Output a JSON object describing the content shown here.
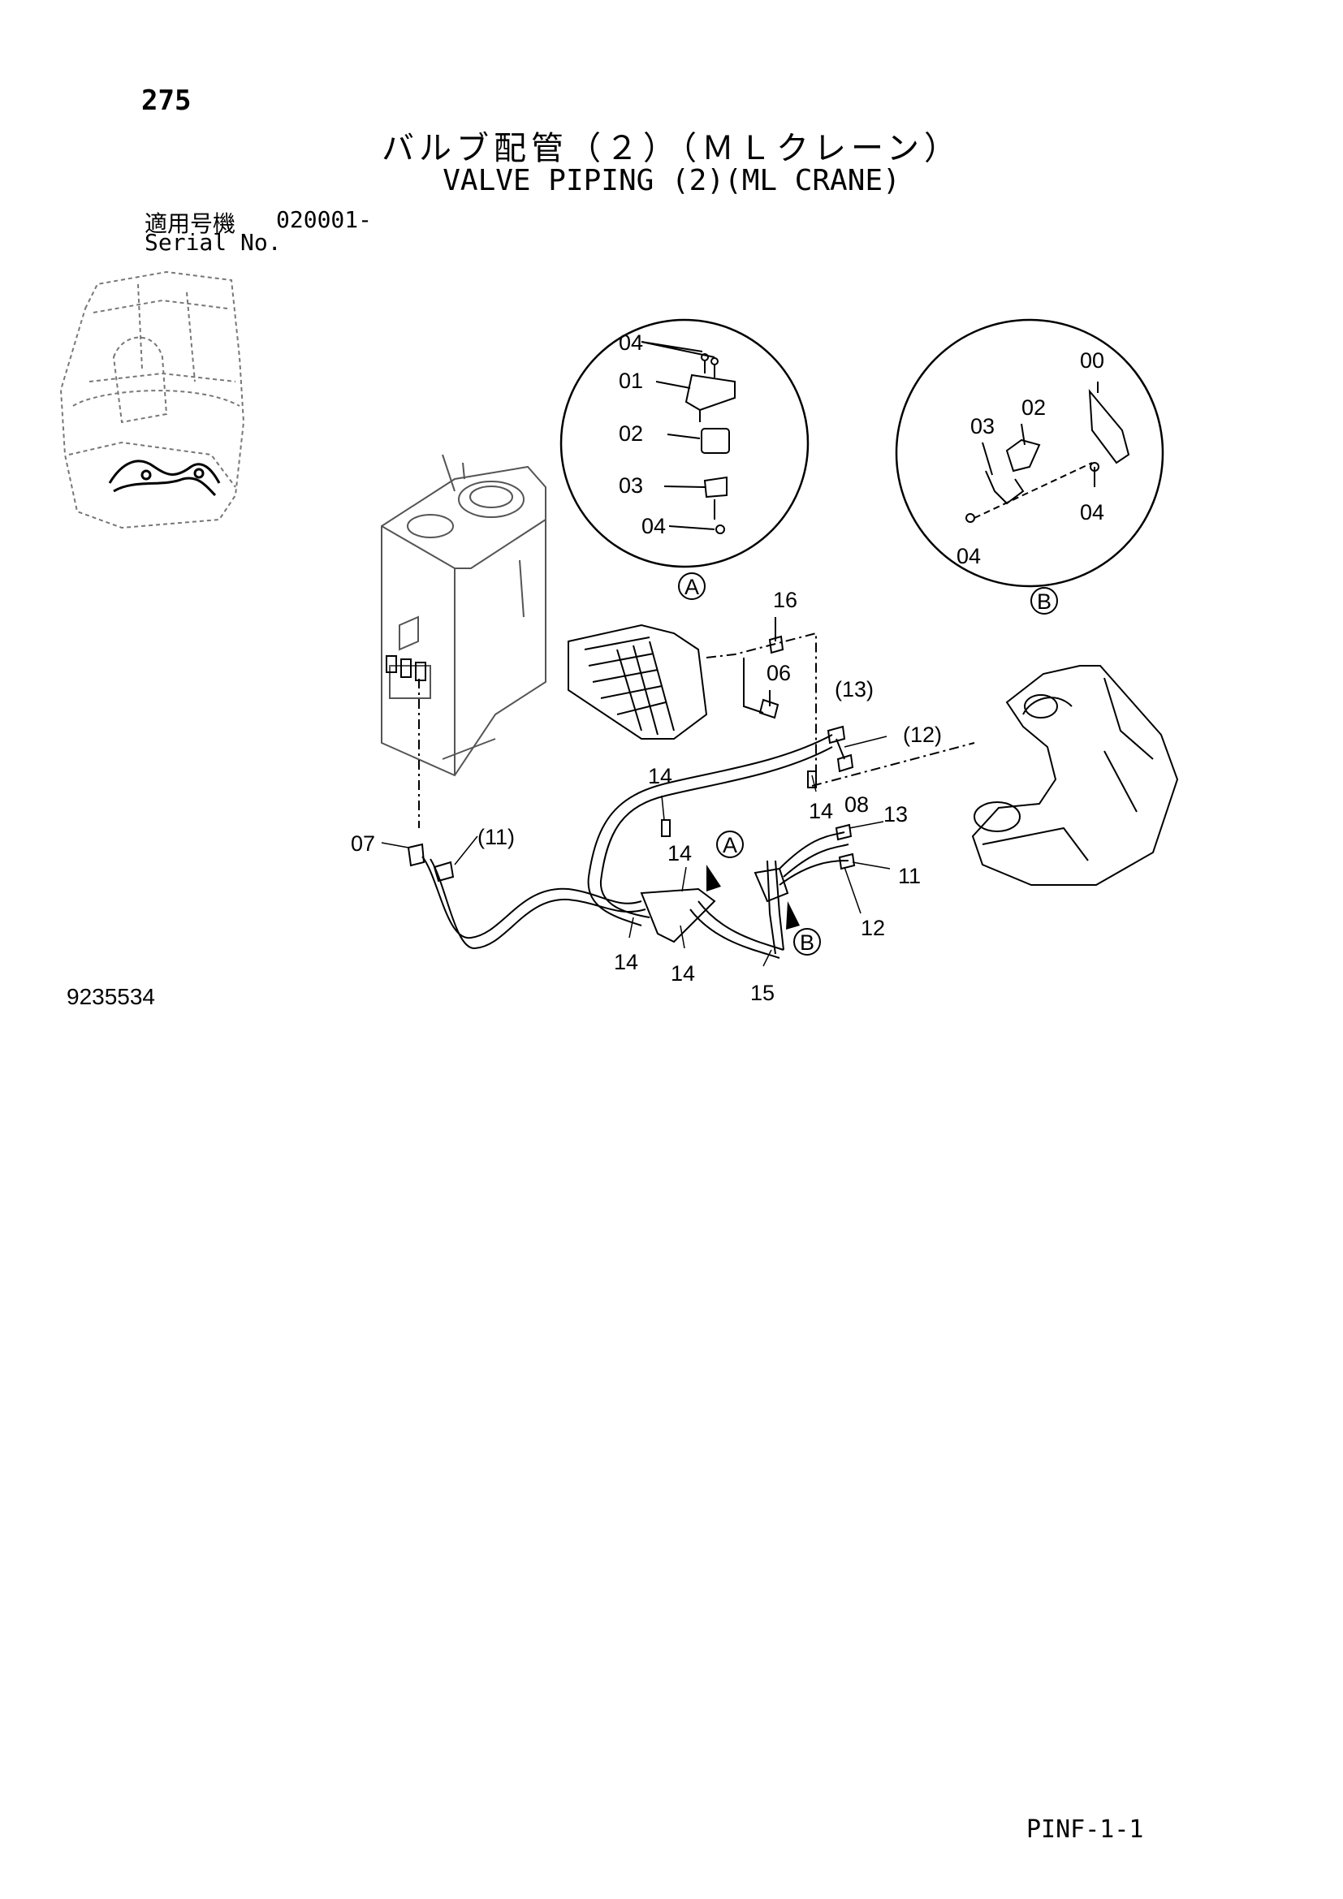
{
  "header": {
    "page_number": "275",
    "title_ja": "バルブ配管（２）（ＭＬクレーン）",
    "title_en": "VALVE PIPING (2)(ML CRANE)",
    "serial_label_ja": "適用号機",
    "serial_value": "020001-",
    "serial_label_en": "Serial No."
  },
  "detail_a": {
    "marker": "A",
    "labels": {
      "p04_top": "04",
      "p01": "01",
      "p02": "02",
      "p03": "03",
      "p04_bottom": "04"
    }
  },
  "detail_b": {
    "marker": "B",
    "labels": {
      "p00": "00",
      "p02": "02",
      "p03": "03",
      "p04_right": "04",
      "p04_left": "04"
    }
  },
  "main_labels": {
    "p16": "16",
    "p06": "06",
    "p13_paren": "(13)",
    "p12_paren": "(12)",
    "p14_a": "14",
    "p14_b": "14",
    "p14_c": "14",
    "p14_d": "14",
    "p14_e": "14",
    "p08": "08",
    "p13": "13",
    "p11": "11",
    "p12": "12",
    "p07": "07",
    "p11_paren": "(11)",
    "p15": "15",
    "marker_a": "A",
    "marker_b": "B"
  },
  "footer": {
    "figure_number": "9235534",
    "page_code": "PINF-1-1"
  }
}
